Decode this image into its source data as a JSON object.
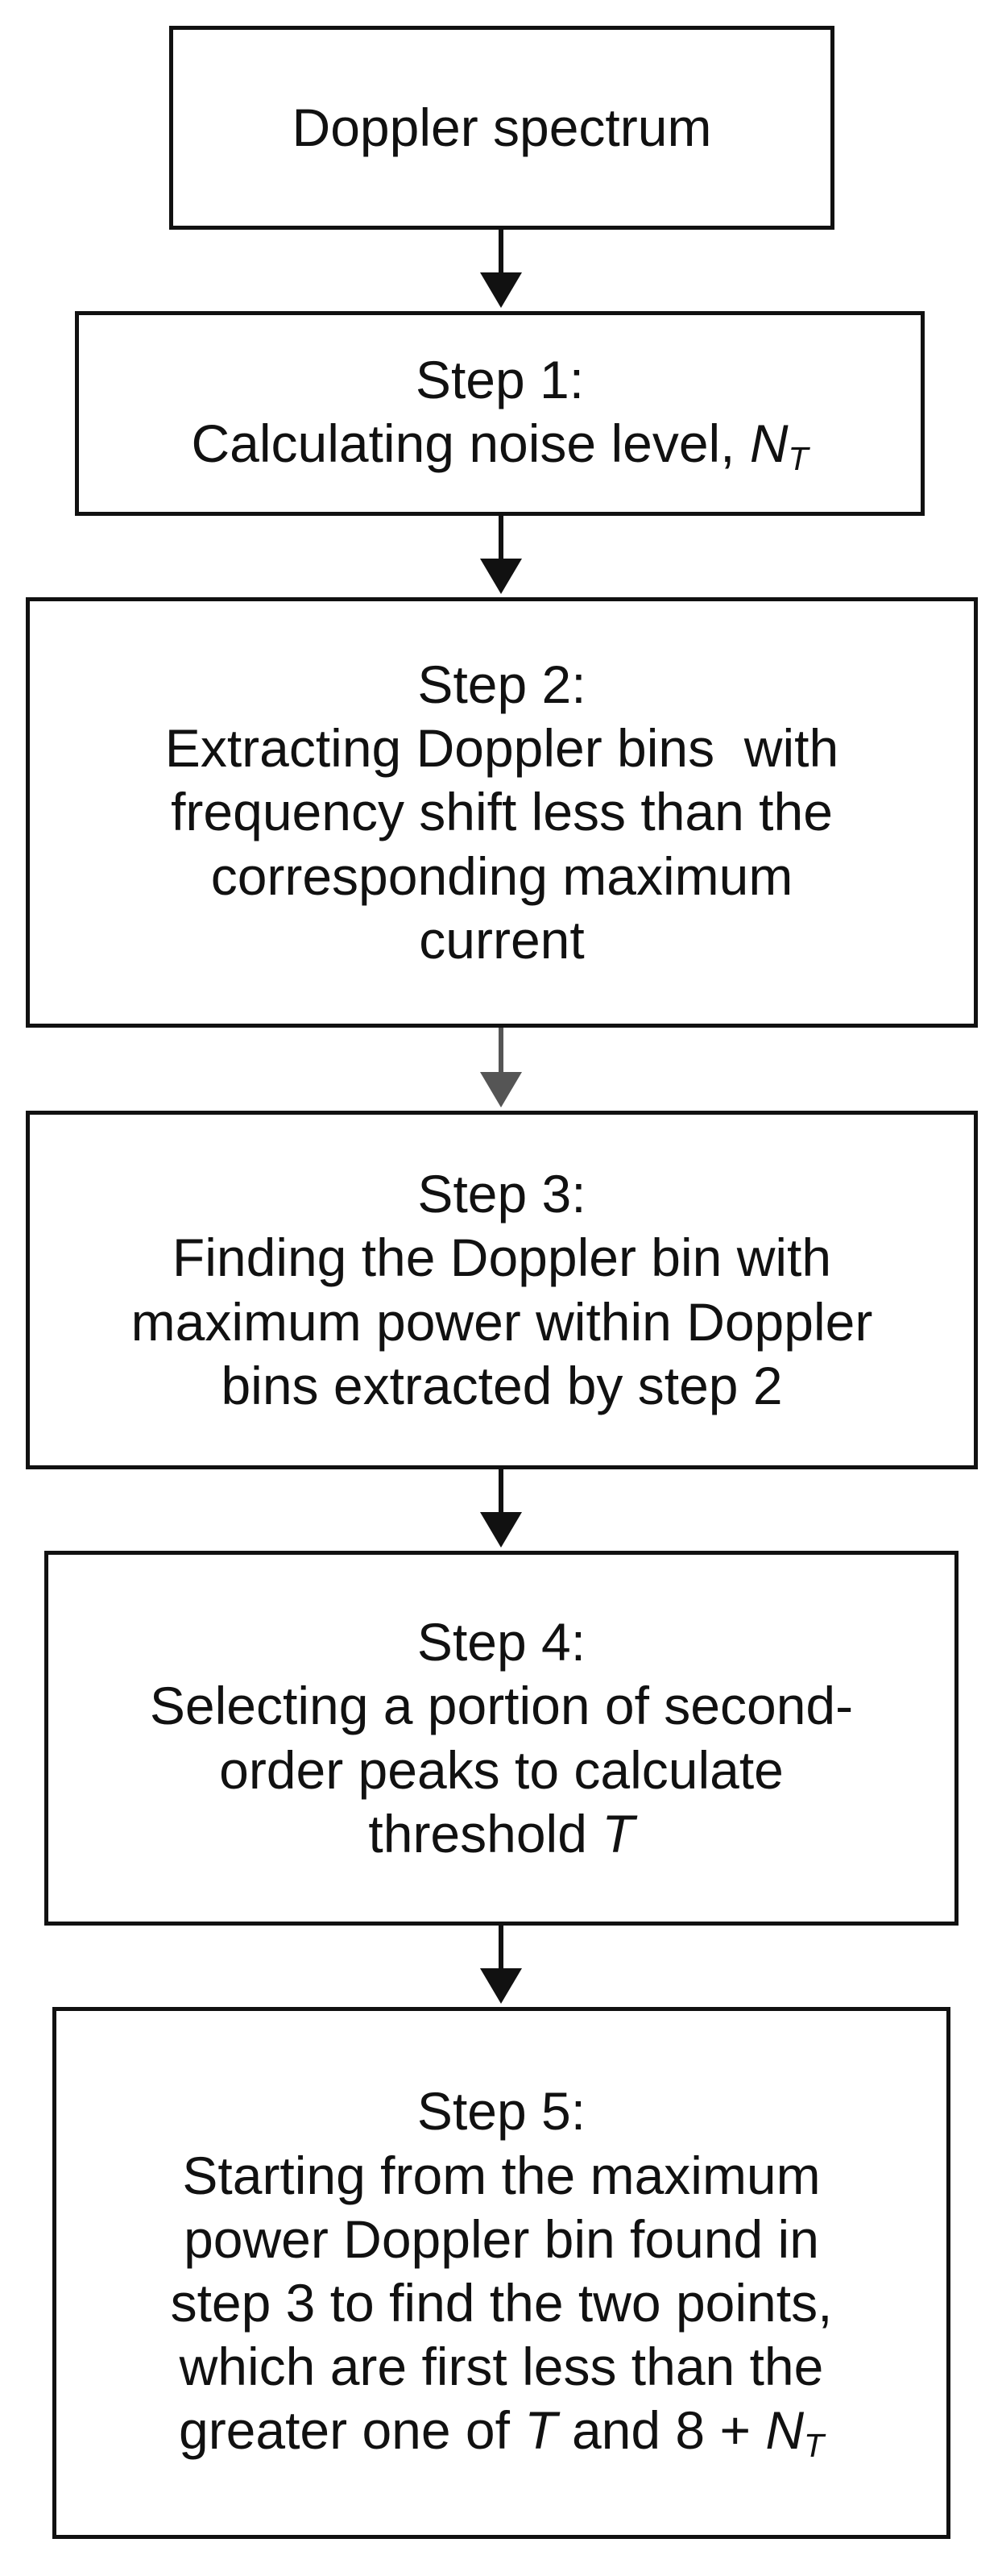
{
  "steps": [
    {
      "lines": [
        "Doppler spectrum"
      ]
    },
    {
      "lines": [
        "Step 1:"
      ],
      "line2": {
        "pre": "Calculating noise level, ",
        "var": "N",
        "sub": "T"
      }
    },
    {
      "lines": [
        "Step 2:",
        "Extracting Doppler bins  with",
        "frequency shift less than the",
        "corresponding maximum",
        "current"
      ]
    },
    {
      "lines": [
        "Step 3:",
        "Finding the Doppler bin with",
        "maximum power within Doppler",
        "bins extracted by step 2"
      ]
    },
    {
      "lines": [
        "Step 4:",
        "Selecting a portion of second-",
        "order peaks to calculate"
      ],
      "line4": {
        "pre": "threshold ",
        "var": "T"
      }
    },
    {
      "lines": [
        "Step 5:",
        "Starting from the maximum",
        "power Doppler bin found in",
        "step 3 to find the two points,",
        "which are first less than the"
      ],
      "line6": {
        "pre": "greater one of ",
        "var1": "T",
        "mid": " and 8 + ",
        "var2": "N",
        "sub": "T"
      }
    }
  ]
}
